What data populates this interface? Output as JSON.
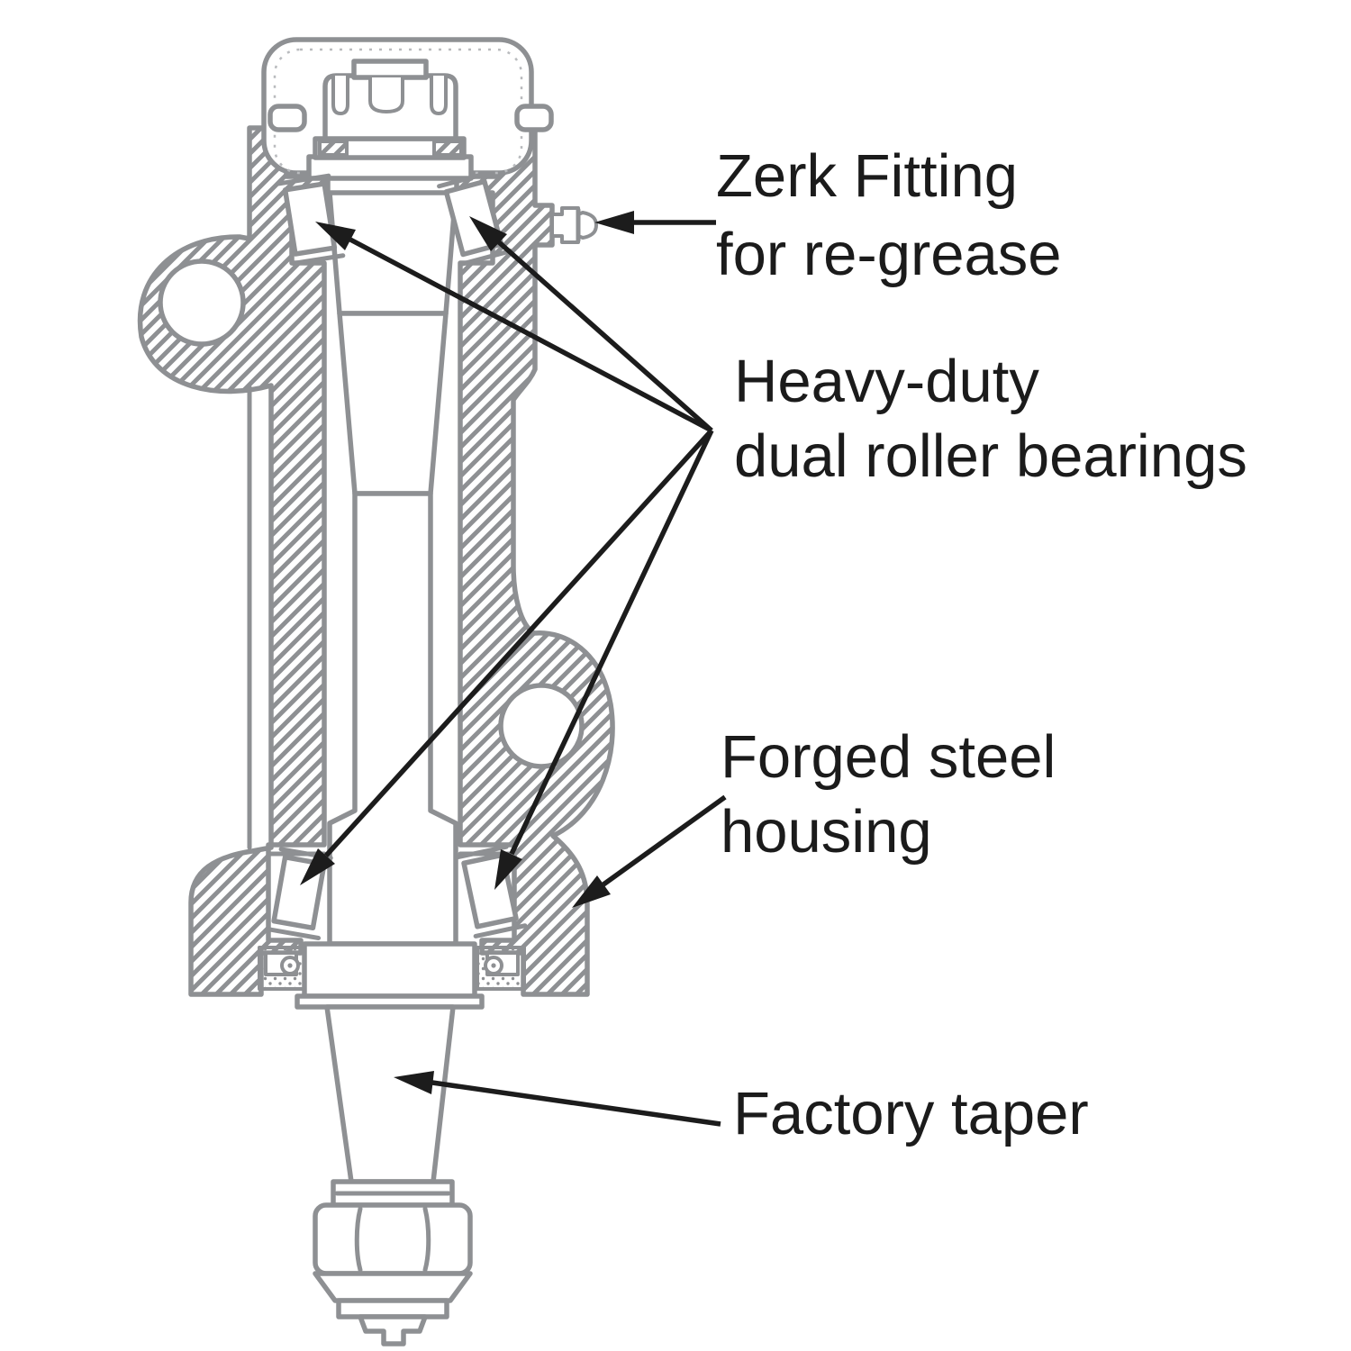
{
  "page": {
    "background": "#ffffff"
  },
  "diagram": {
    "type": "technical cross-section illustration of a forged spindle / kingpin assembly",
    "colors": {
      "drawing_gray": "#8e9093",
      "annotation_black": "#1c1c1c",
      "background": "#ffffff"
    },
    "annotations": {
      "zerk": {
        "line1": "Zerk Fitting",
        "line2": "for re-grease"
      },
      "bearings": {
        "line1": "Heavy-duty",
        "line2": "dual roller bearings"
      },
      "housing": {
        "line1": "Forged steel",
        "line2": "housing"
      },
      "taper": {
        "line1": "Factory taper"
      }
    }
  }
}
